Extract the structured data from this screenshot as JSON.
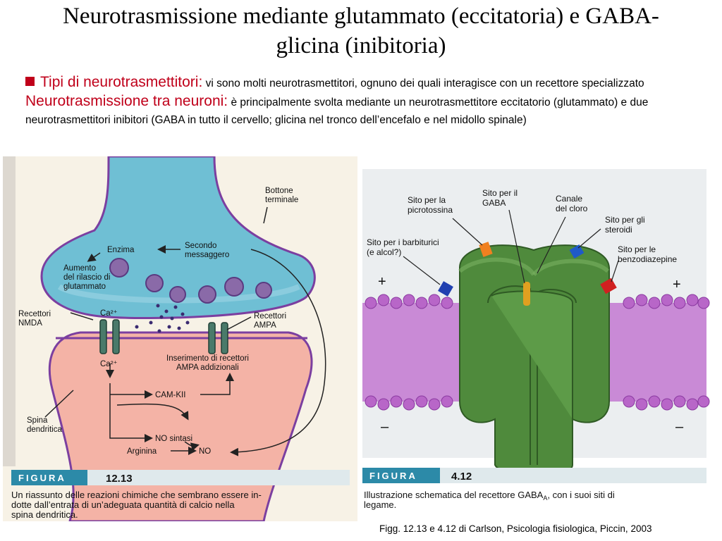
{
  "slide": {
    "title_line1": "Neurotrasmissione mediante glutammato (eccitatoria) e GABA-",
    "title_line2": "glicina (inibitoria)",
    "para_head1": "Tipi di neurotrasmettitori:",
    "para_text1": " vi sono molti neurotrasmettitori, ognuno dei quali interagisce con un recettore specializzato ",
    "para_head2": "Neurotrasmissione tra neuroni:",
    "para_text2": " è principalmente svolta mediante un neurotrasmettitore eccitatorio (glutammato) e due neurotrasmettitori inibitori (GABA in tutto il cervello; glicina nel tronco dell’encefalo e nel midollo spinale)",
    "source": "Figg. 12.13 e 4.12 di Carlson, Psicologia fisiologica, Piccin, 2003",
    "accent_color": "#c0001a"
  },
  "fig_left": {
    "labels": {
      "bottone1": "Bottone",
      "bottone2": "terminale",
      "enzima": "Enzima",
      "secondo1": "Secondo",
      "secondo2": "messaggero",
      "aumento1": "Aumento",
      "aumento2": "del rilascio di",
      "aumento3": "glutammato",
      "nmda1": "Recettori",
      "nmda2": "NMDA",
      "ampa1": "Recettori",
      "ampa2": "AMPA",
      "ca_top": "Ca²⁺",
      "ca_mid": "Ca²⁺",
      "ins1": "Inserimento di recettori",
      "ins2": "AMPA addizionali",
      "camkii": "CAM-KII",
      "spina1": "Spina",
      "spina2": "dendritica",
      "nosintasi": "NO sintasi",
      "arginina": "Arginina",
      "no": "NO"
    },
    "figure_word": "FIGURA",
    "figure_number": "12.13",
    "caption_line1": "Un riassunto delle reazioni chimiche che sembrano essere in-",
    "caption_line2": "dotte dall’entrata di un’adeguata quantità di calcio nella",
    "caption_line3": "spina dendritica."
  },
  "fig_right": {
    "labels": {
      "picro1": "Sito per la",
      "picro2": "picrotossina",
      "gaba1": "Sito per il",
      "gaba2": "GABA",
      "cloro1": "Canale",
      "cloro2": "del cloro",
      "ster1": "Sito per gli",
      "ster2": "steroidi",
      "barb1": "Sito per i barbiturici",
      "barb2": "(e alcol?)",
      "benzo1": "Sito per le",
      "benzo2": "benzodiazepine",
      "plus_left": "+",
      "plus_right": "+",
      "minus_left": "–",
      "minus_right": "–"
    },
    "figure_word": "FIGURA",
    "figure_number": "4.12",
    "caption_line1_pre": "Illustrazione schematica del recettore GABA",
    "caption_sub": "A",
    "caption_line1_post": ", con i suoi siti di",
    "caption_line2": "legame."
  }
}
